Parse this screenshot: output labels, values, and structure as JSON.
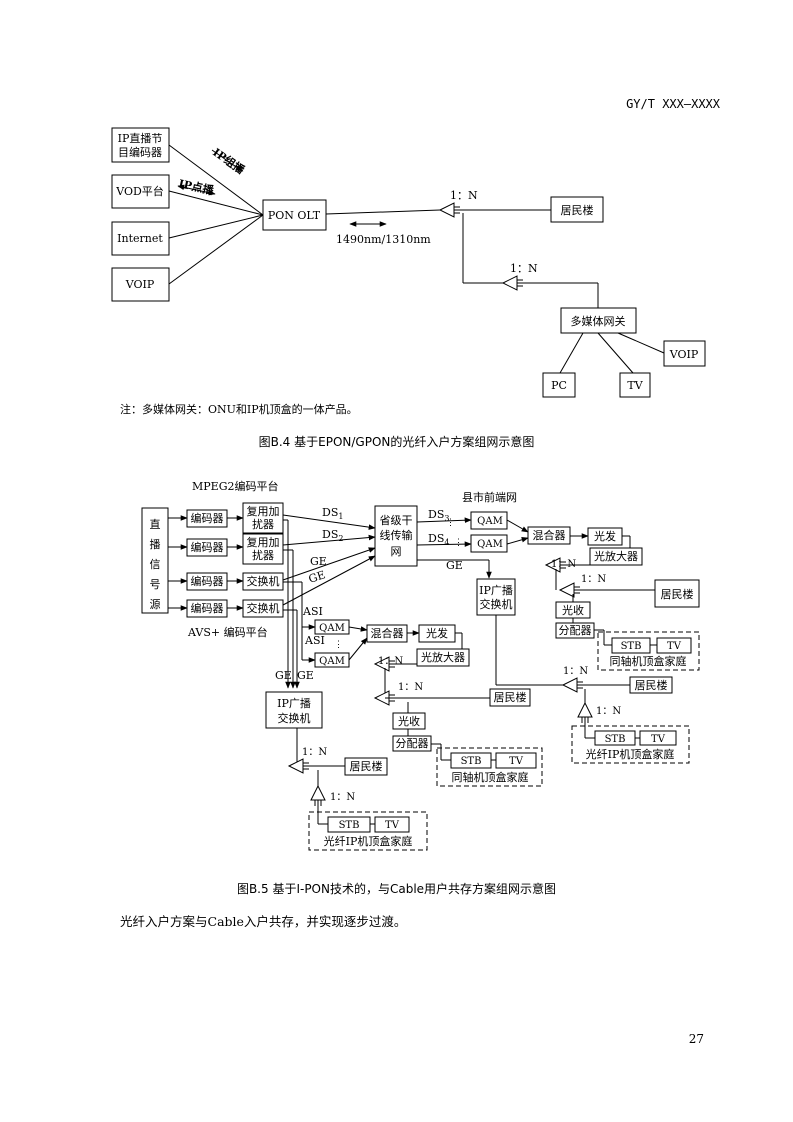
{
  "header": {
    "doc_code": "GY/T XXX—XXXX"
  },
  "figure_b4": {
    "caption": "图B.4   基于EPON/GPON的光纤入户方案组网示意图",
    "note": "注：多媒体网关：ONU和IP机顶盒的一体产品。",
    "boxes": {
      "iptv_encoder_1": "IP直播节",
      "iptv_encoder_2": "目编码器",
      "vod": "VOD平台",
      "internet": "Internet",
      "voip": "VOIP",
      "pon_olt": "PON OLT",
      "building": "居民楼",
      "gateway": "多媒体网关",
      "voip2": "VOIP",
      "pc": "PC",
      "tv": "TV"
    },
    "labels": {
      "ip_multicast": "IP组播",
      "ip_unicast": "IP点播",
      "wavelength": "1490nm/1310nm",
      "split1": "1：N",
      "split2": "1：N"
    }
  },
  "figure_b5": {
    "caption": "图B.5   基于I-PON技术的，与Cable用户共存方案组网示意图",
    "labels": {
      "mpeg2_platform": "MPEG2编码平台",
      "avs_platform": "AVS+ 编码平台",
      "county_headend": "县市前端网",
      "source_1": "直",
      "source_2": "播",
      "source_3": "信",
      "source_4": "号",
      "source_5": "源",
      "ds1": "DS",
      "ds1_sub": "1",
      "ds2": "DS",
      "ds2_sub": "2",
      "ds3": "DS",
      "ds3_sub": "3",
      "ds4": "DS",
      "ds4_sub": "4",
      "ge1": "GE",
      "ge2": "GE",
      "ge3": "GE",
      "ge4": "GE",
      "ge5": "GE",
      "asi1": "ASI",
      "asi2": "ASI",
      "split_a": "1：N",
      "split_b": "1：N",
      "split_c": "1：N",
      "split_d": "1：N",
      "split_e": "1：N",
      "split_f": "1：N",
      "split_g": "1：N",
      "split_h": "1：N"
    },
    "boxes": {
      "enc1": "编码器",
      "enc2": "编码器",
      "enc3": "编码器",
      "enc4": "编码器",
      "mux1_1": "复用加",
      "mux1_2": "扰器",
      "mux2_1": "复用加",
      "mux2_2": "扰器",
      "sw1": "交换机",
      "sw2": "交换机",
      "prov1": "省级干",
      "prov2": "线传输",
      "prov3": "网",
      "qam1": "QAM",
      "qam2": "QAM",
      "qam3": "QAM",
      "qam4": "QAM",
      "combiner1": "混合器",
      "combiner2": "混合器",
      "tx1": "光发",
      "tx2": "光发",
      "amp1": "光放大器",
      "amp2": "光放大器",
      "ipsw_r_1": "IP广播",
      "ipsw_r_2": "交换机",
      "ipsw_l_1": "IP广播",
      "ipsw_l_2": "交换机",
      "rx1": "光收",
      "rx2": "光收",
      "dist1": "分配器",
      "dist2": "分配器",
      "bld1": "居民楼",
      "bld2": "居民楼",
      "bld3": "居民楼",
      "bld4": "居民楼",
      "stb": "STB",
      "tv": "TV",
      "coax_home": "同轴机顶盒家庭",
      "fiber_home": "光纤IP机顶盒家庭"
    }
  },
  "body_text": "光纤入户方案与Cable入户共存，并实现逐步过渡。",
  "page_number": "27"
}
